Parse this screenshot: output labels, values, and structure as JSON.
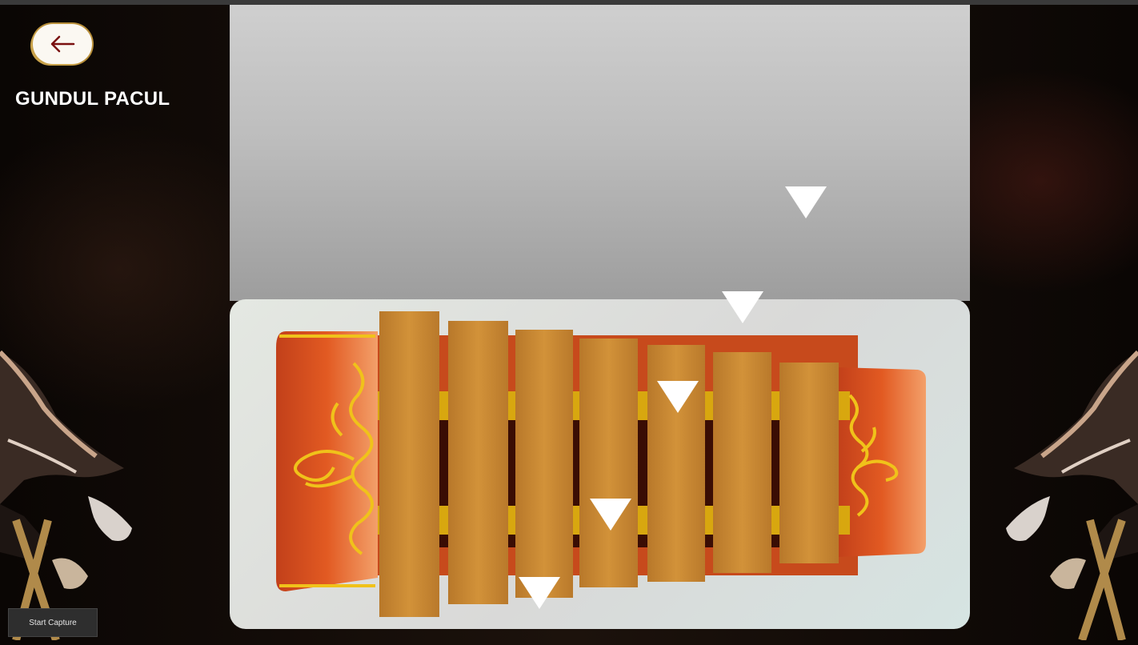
{
  "header": {
    "back_icon": "arrow-left-icon",
    "title": "GUNDUL PACUL"
  },
  "footer": {
    "capture_label": "Start Capture"
  },
  "instrument": {
    "name_icon": "saron-instrument",
    "bar_count": 7
  },
  "colors": {
    "bar": "#c98a33",
    "frame": "#d5561f",
    "ornament": "#f0c21a",
    "back_arrow": "#7a1010",
    "marker": "#ffffff"
  }
}
